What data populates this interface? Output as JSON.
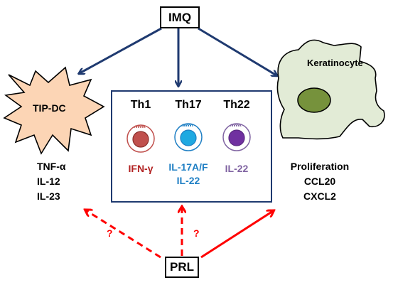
{
  "nodes": {
    "imq": "IMQ",
    "prl": "PRL",
    "tip_dc": "TIP-DC",
    "keratinocyte": "Keratinocyte"
  },
  "tip_dc_products": [
    "TNF-α",
    "IL-12",
    "IL-23"
  ],
  "keratinocyte_products": [
    "Proliferation",
    "CCL20",
    "CXCL2"
  ],
  "t_cells": [
    {
      "name": "Th1",
      "cytokines": [
        "IFN-γ"
      ],
      "color": "#b22222",
      "nucleus": "#c0504d"
    },
    {
      "name": "Th17",
      "cytokines": [
        "IL-17A/F",
        "IL-22"
      ],
      "color": "#1f7fc4",
      "nucleus": "#1fa9e1"
    },
    {
      "name": "Th22",
      "cytokines": [
        "IL-22"
      ],
      "color": "#8064a2",
      "nucleus": "#7030a0"
    }
  ],
  "unknown_marks": [
    "?",
    "?"
  ],
  "colors": {
    "imq_arrows": "#1f3a70",
    "prl_arrows": "#ff0000",
    "tip_dc_fill": "#fcd5b5",
    "keratinocyte_fill": "#e2ebd6",
    "keratinocyte_nucleus": "#76923c",
    "box_border": "#1f3a70"
  }
}
